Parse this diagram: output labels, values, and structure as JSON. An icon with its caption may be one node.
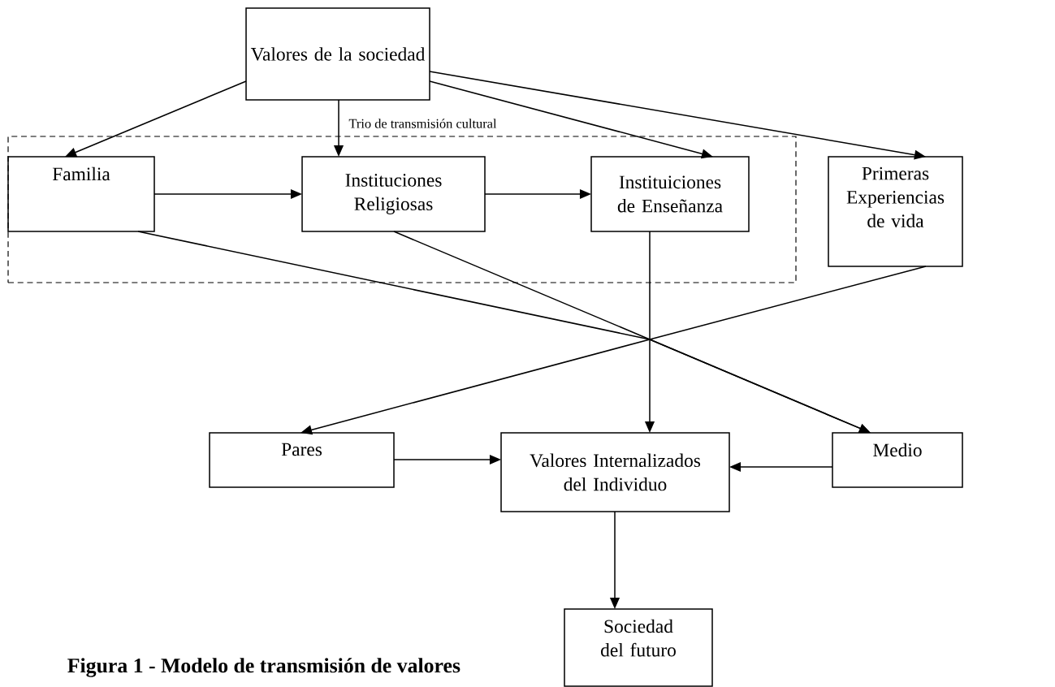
{
  "diagram": {
    "caption": "Figura 1 - Modelo de transmisión de valores",
    "nodes": [
      {
        "text": [
          "Valores de la sociedad"
        ]
      },
      {
        "text": [
          "Trio de transmisión cultural"
        ]
      },
      {
        "text": [
          "Familia"
        ],
        "in": 1
      },
      {
        "text": [
          "Instituciones Religiosas"
        ],
        "in": 1
      },
      {
        "text": [
          "Instituiciones de Enseñanza"
        ],
        "in": 1
      },
      {
        "text": [
          "Primeras Experiencias de vida"
        ]
      },
      {
        "text": [
          "Pares"
        ]
      },
      {
        "text": [
          "Valores Internalizados del Individuo"
        ]
      },
      {
        "text": [
          "Medio"
        ]
      },
      {
        "text": [
          "Sociedad del futuro"
        ]
      }
    ],
    "edges": [
      {
        "from": 0,
        "to": 2,
        "arrow": "to"
      },
      {
        "from": 0,
        "to": 3,
        "arrow": "to"
      },
      {
        "from": 0,
        "to": 4,
        "arrow": "to"
      },
      {
        "from": 0,
        "to": 5,
        "arrow": "to"
      },
      {
        "from": 2,
        "to": 3,
        "arrow": "to"
      },
      {
        "from": 3,
        "to": 4,
        "arrow": "to"
      },
      {
        "from": 2,
        "to": 8,
        "arrow": "to"
      },
      {
        "from": 3,
        "to": 8,
        "arrow": "to"
      },
      {
        "from": 4,
        "to": 7,
        "arrow": "to"
      },
      {
        "from": 5,
        "to": 6,
        "arrow": "to"
      },
      {
        "from": 6,
        "to": 7,
        "arrow": "to"
      },
      {
        "from": 8,
        "to": 7,
        "arrow": "to"
      },
      {
        "from": 7,
        "to": 9,
        "arrow": "to"
      }
    ]
  }
}
